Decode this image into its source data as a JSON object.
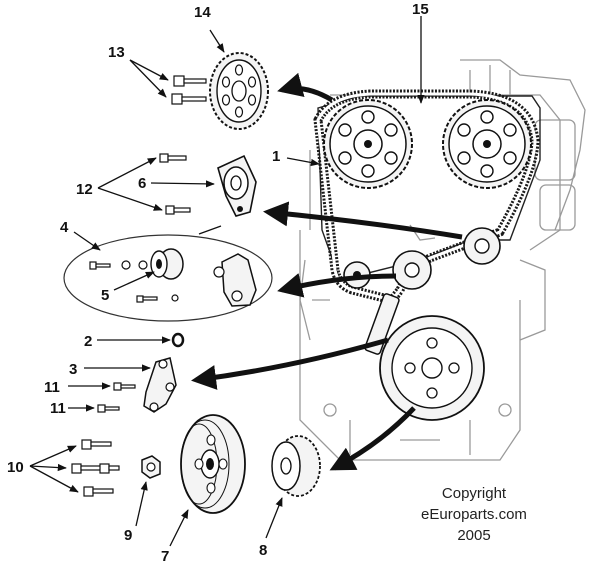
{
  "figure": {
    "subject": "engine timing belt exploded parts diagram",
    "labels": {
      "n1": "1",
      "n2": "2",
      "n3": "3",
      "n4": "4",
      "n5": "5",
      "n6": "6",
      "n7": "7",
      "n8": "8",
      "n9": "9",
      "n10": "10",
      "n11a": "11",
      "n11b": "11",
      "n12": "12",
      "n13": "13",
      "n14": "14",
      "n15": "15"
    },
    "copyright": {
      "line1": "Copyright",
      "line2": "eEuroparts.com",
      "line3": "2005"
    }
  },
  "colors": {
    "ink": "#111111",
    "engine_line": "#9a9a9a",
    "part_fill": "#f4f4f4",
    "belt": "#1a1a1a"
  }
}
